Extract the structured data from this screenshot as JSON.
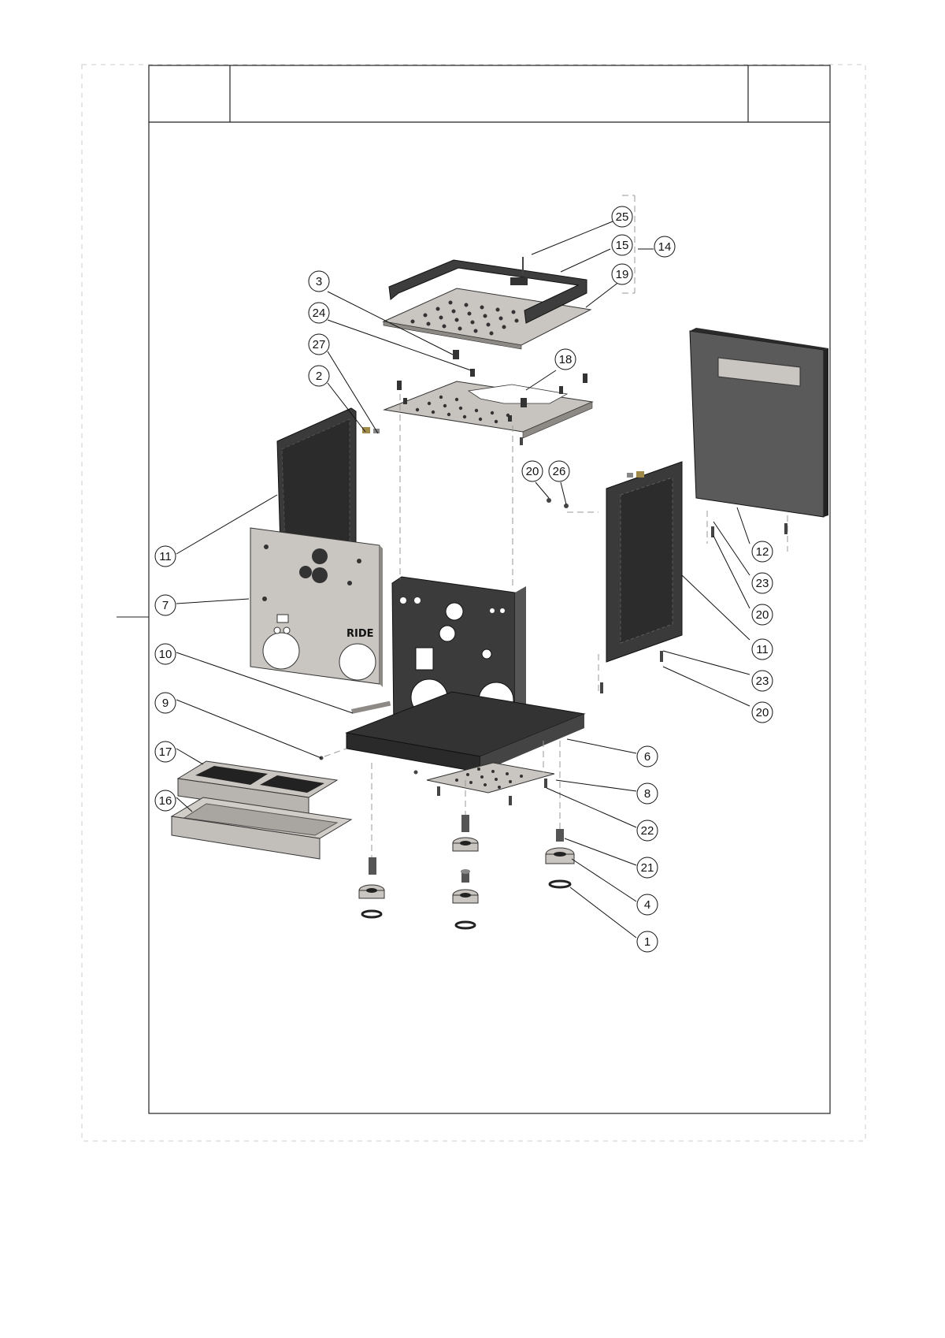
{
  "panel_logo": "RIDE",
  "callouts": [
    {
      "label": "25"
    },
    {
      "label": "15"
    },
    {
      "label": "14"
    },
    {
      "label": "19"
    },
    {
      "label": "3"
    },
    {
      "label": "24"
    },
    {
      "label": "27"
    },
    {
      "label": "2"
    },
    {
      "label": "18"
    },
    {
      "label": "20"
    },
    {
      "label": "26"
    },
    {
      "label": "11"
    },
    {
      "label": "7"
    },
    {
      "label": "10"
    },
    {
      "label": "9"
    },
    {
      "label": "17"
    },
    {
      "label": "16"
    },
    {
      "label": "12"
    },
    {
      "label": "23"
    },
    {
      "label": "20"
    },
    {
      "label": "11"
    },
    {
      "label": "23"
    },
    {
      "label": "20"
    },
    {
      "label": "6"
    },
    {
      "label": "8"
    },
    {
      "label": "22"
    },
    {
      "label": "21"
    },
    {
      "label": "4"
    },
    {
      "label": "1"
    }
  ],
  "colors": {
    "frame": "#222222",
    "dark_panel": "#3a3a3a",
    "light_panel": "#c8c4bf",
    "mid_panel": "#5a5a5a",
    "dash": "#bbbbbb"
  }
}
